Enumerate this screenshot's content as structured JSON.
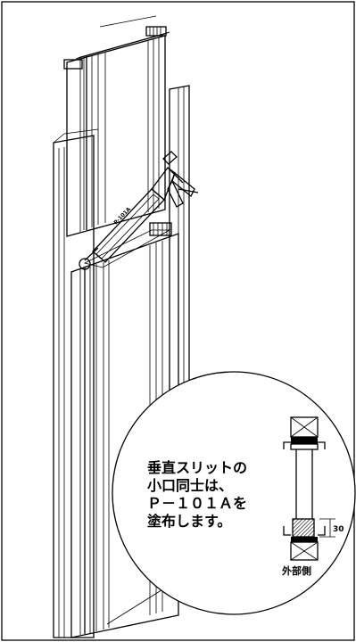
{
  "callout": {
    "line1": "垂直スリットの",
    "line2": "小口同士は、",
    "line3": "Ｐ－１０１Ａを",
    "line4": "塗布します。"
  },
  "detail": {
    "dimension": "30",
    "side_label": "外部側"
  },
  "tube_label": "P-101A",
  "colors": {
    "ink": "#000000",
    "paper": "#ffffff",
    "hatch": "#000000"
  }
}
